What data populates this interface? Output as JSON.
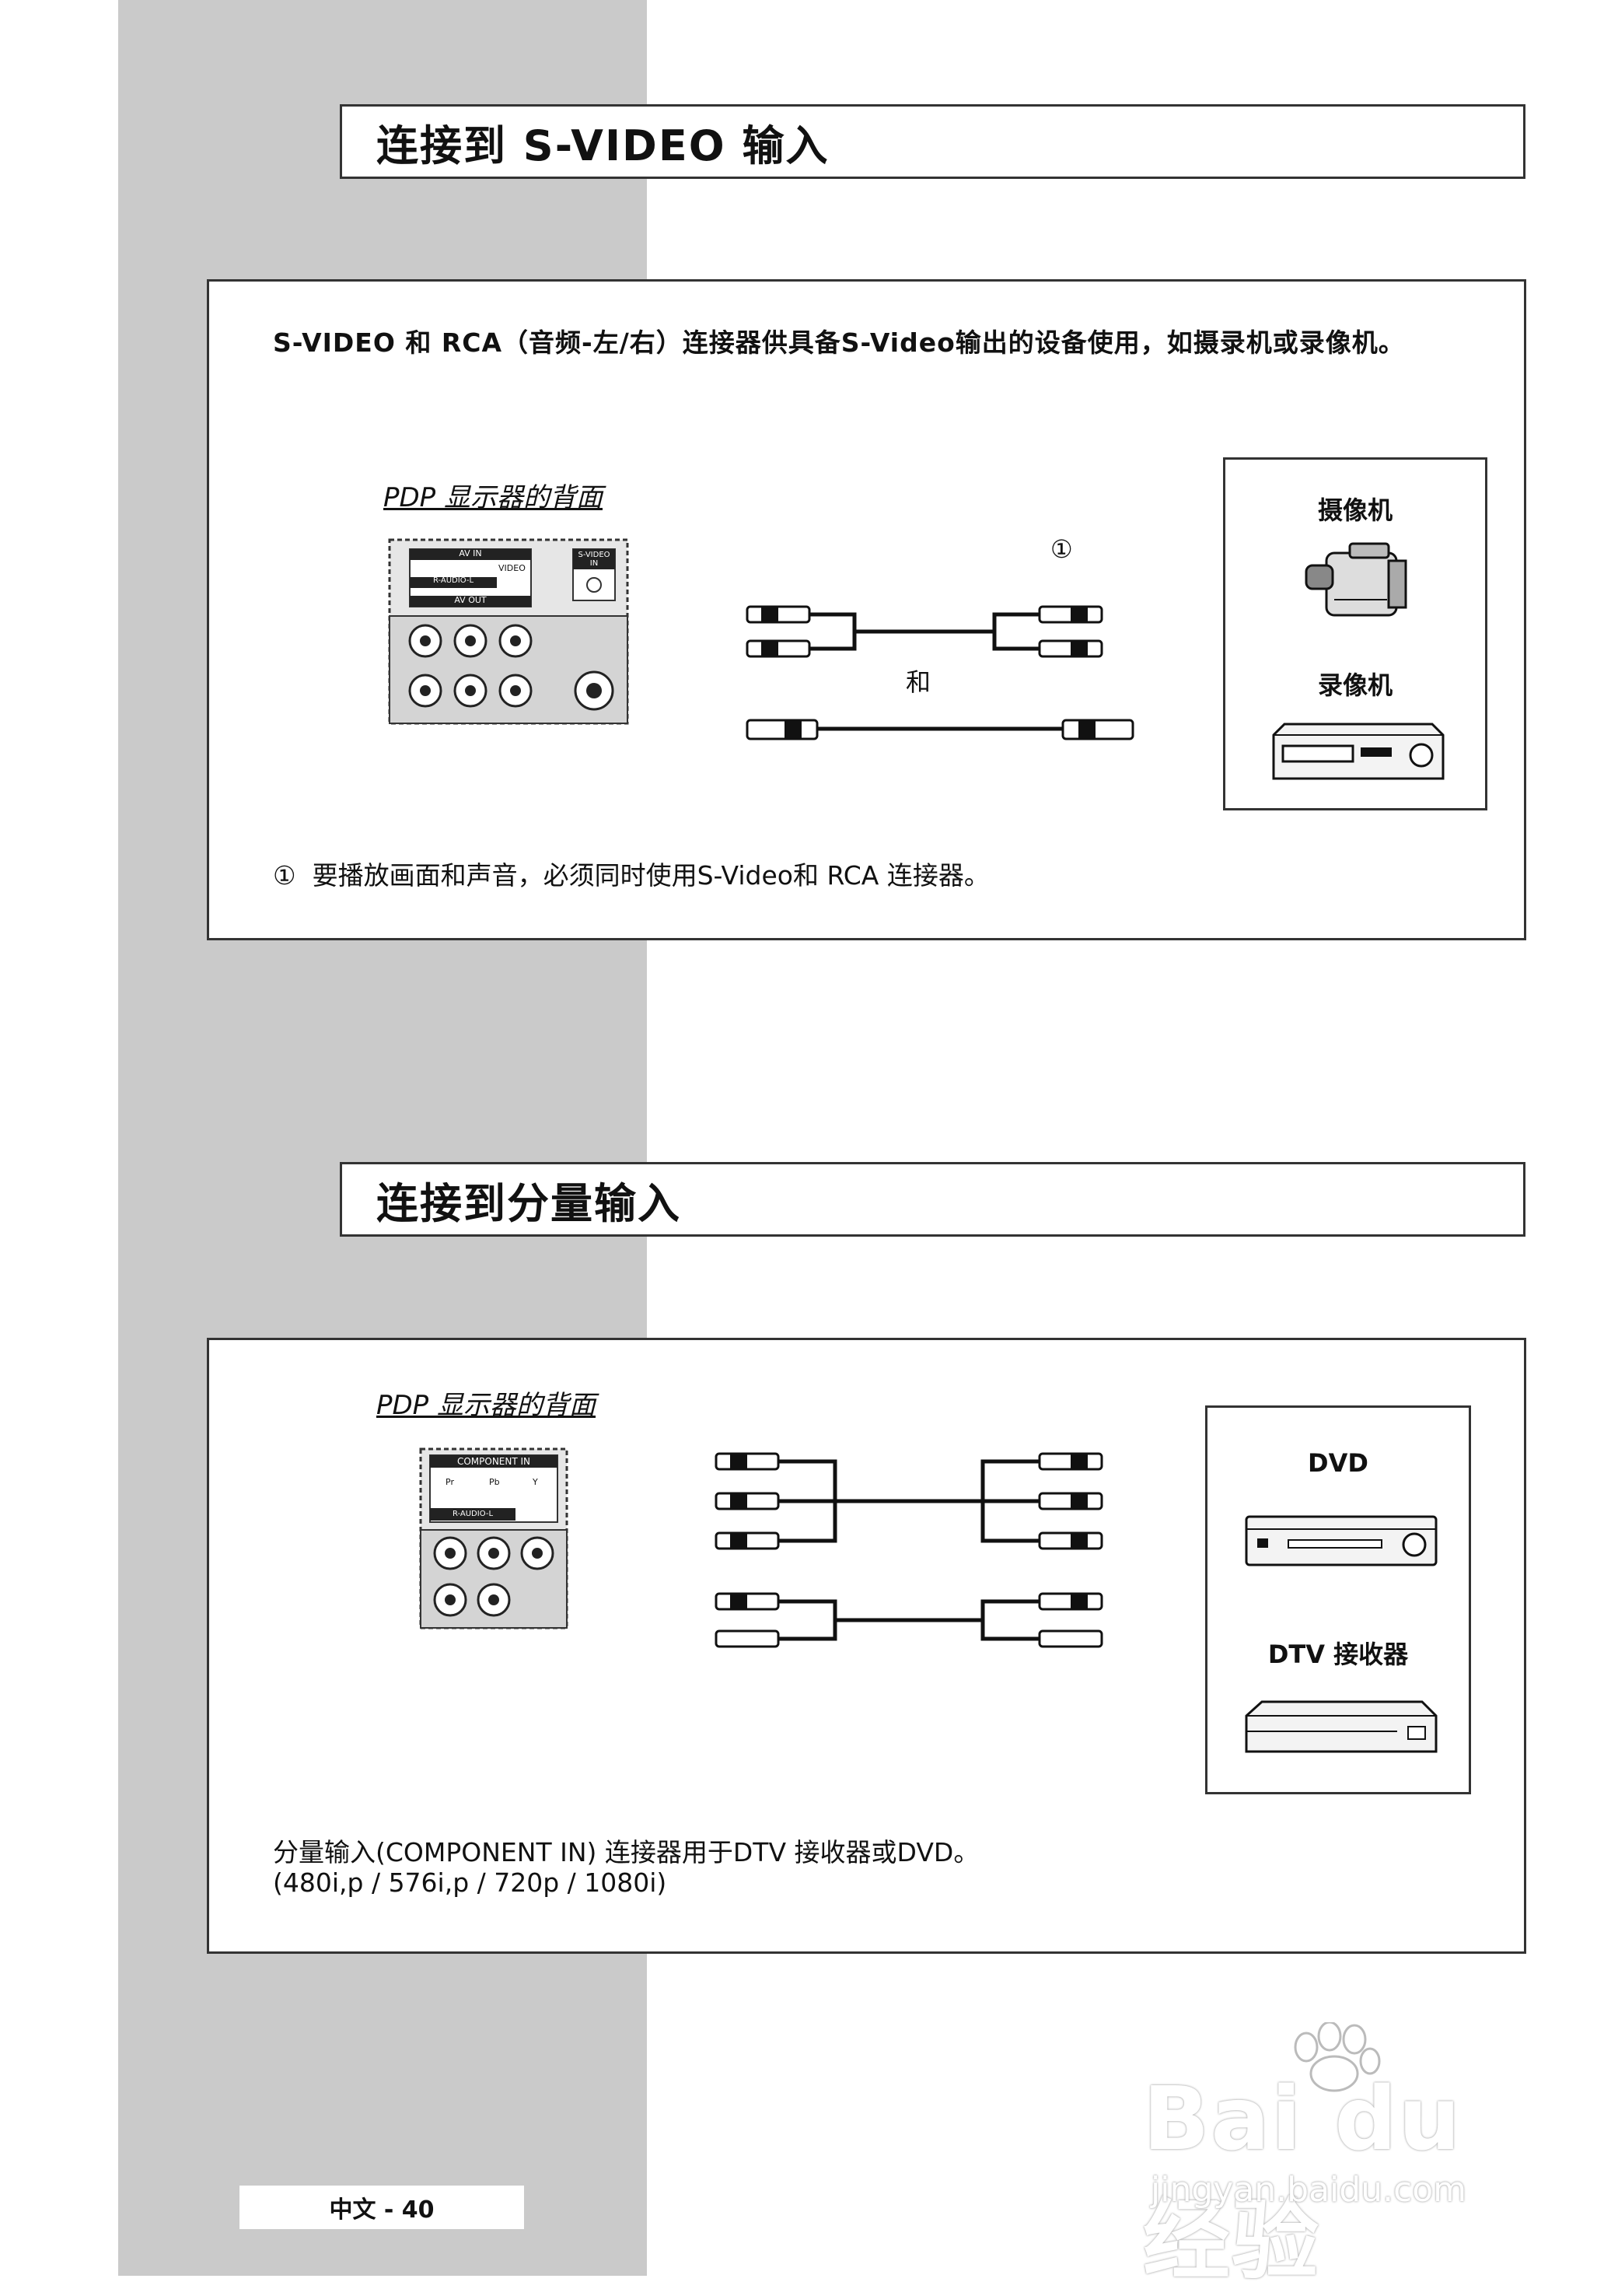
{
  "section1": {
    "title": "连接到 S-VIDEO 输入",
    "intro": "S-VIDEO 和 RCA（音频-左/右）连接器供具备S-Video输出的设备使用，如摄录机或录像机。",
    "rear_label": "PDP 显示器的背面",
    "panel_labels": {
      "av_in": "AV IN",
      "audio": "R-AUDIO-L",
      "video": "VIDEO",
      "av_out": "AV OUT",
      "svideo_in": "S-VIDEO IN"
    },
    "callout_marker": "①",
    "connector_and": "和",
    "devices": [
      "摄像机",
      "录像机"
    ],
    "note_marker": "①",
    "note": "要播放画面和声音，必须同时使用S-Video和 RCA 连接器。"
  },
  "section2": {
    "title": "连接到分量输入",
    "rear_label": "PDP 显示器的背面",
    "panel_labels": {
      "component_in": "COMPONENT IN",
      "pr": "Pr",
      "pb": "Pb",
      "y": "Y",
      "audio": "R-AUDIO-L"
    },
    "devices": [
      "DVD",
      "DTV 接收器"
    ],
    "note_line1": "分量输入(COMPONENT IN) 连接器用于DTV 接收器或DVD。",
    "note_line2": "(480i,p / 576i,p / 720p / 1080i)"
  },
  "footer": {
    "page": "中文 - 40"
  },
  "watermark": {
    "main": "Bai du 经验",
    "sub": "jingyan.baidu.com"
  }
}
